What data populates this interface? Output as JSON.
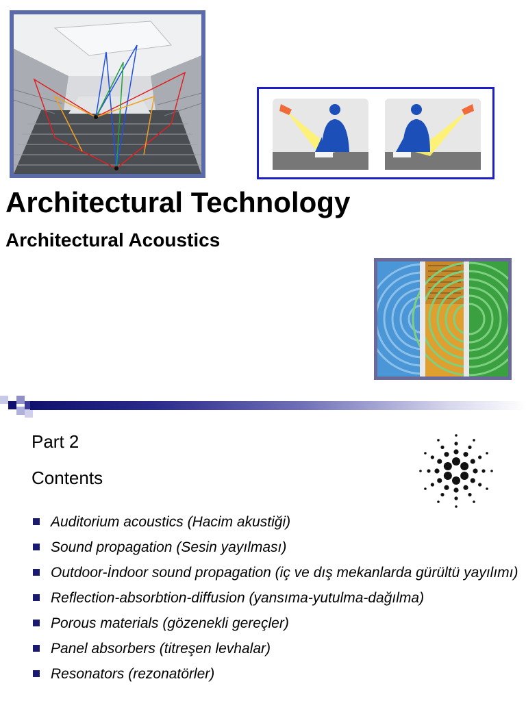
{
  "slide": {
    "title": "Architectural Technology",
    "subtitle": "Architectural Acoustics",
    "part": "Part 2",
    "contents_heading": "Contents",
    "toc": [
      "Auditorium acoustics (Hacim akustiği)",
      "Sound propagation (Sesin yayılması)",
      "Outdoor-İndoor sound propagation (iç ve dış mekanlarda gürültü yayılımı)",
      "Reflection-absorbtion-diffusion (yansıma-yutulma-dağılma)",
      "Porous materials (gözenekli gereçler)",
      "Panel absorbers (titreşen levhalar)",
      "Resonators (rezonatörler)"
    ]
  },
  "colors": {
    "bullet": "#1a1a6e",
    "divider_dark": "#10106e",
    "frame_blue": "#1e1ec8"
  },
  "images": {
    "auditorium": "auditorium-ray-diagram-image",
    "lighting": "desk-lighting-diagram-image",
    "panel": "acoustic-panel-section-image",
    "logo": "starburst-logo-icon"
  }
}
